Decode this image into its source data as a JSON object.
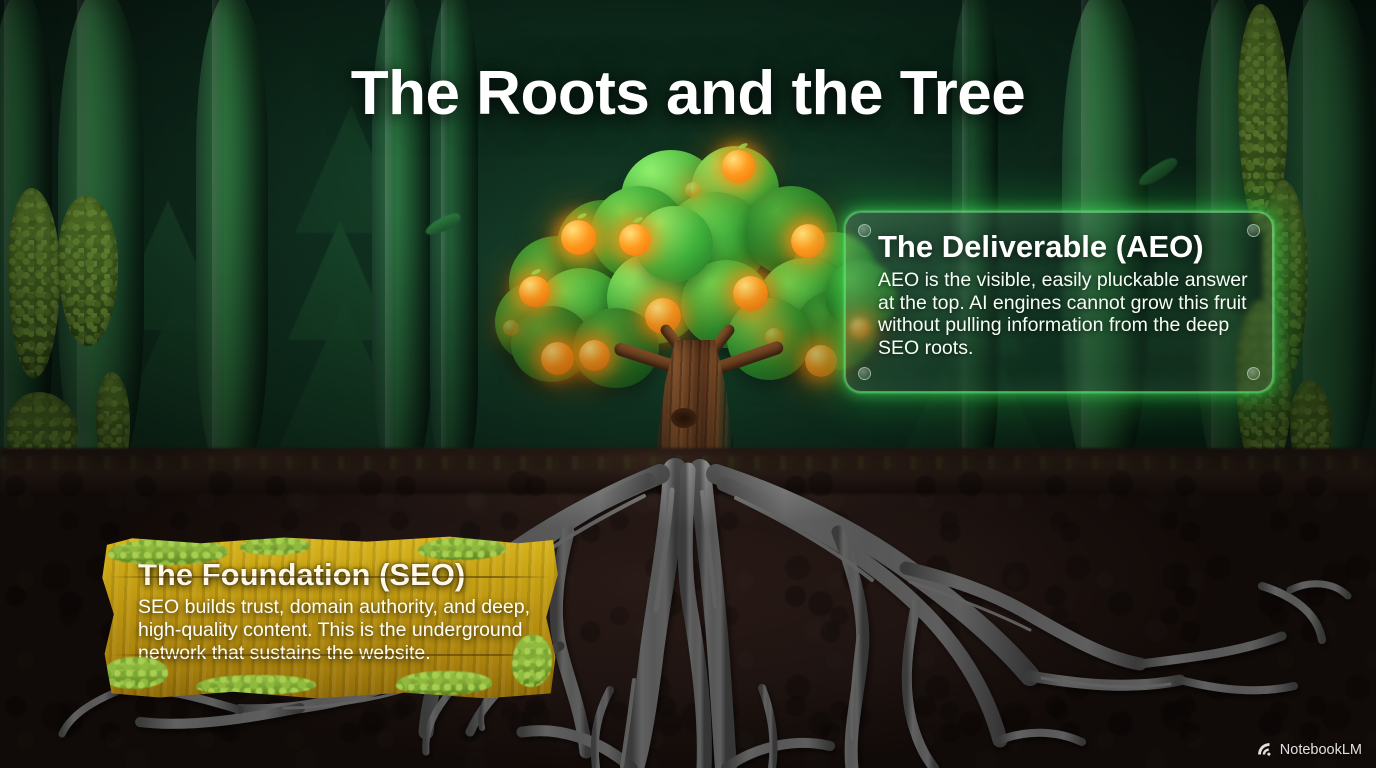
{
  "slide": {
    "title": "The Roots and the Tree",
    "background_color": "#0b2418",
    "soil_color": "#4e332b",
    "accent_green": "#3ce65a",
    "accent_orange": "#ff9a1e",
    "wood_color": "#c9a414"
  },
  "aeo_card": {
    "title": "The Deliverable (AEO)",
    "body": "AEO is the visible, easily pluckable answer at the top. AI engines cannot grow this fruit without pulling information from the deep SEO roots.",
    "glow_color": "#3ce65a"
  },
  "seo_sign": {
    "title": "The Foundation (SEO)",
    "body": "SEO builds trust, domain authority, and deep, high-quality content. This is the underground network that sustains the website."
  },
  "illustration": {
    "tree_label": "fruit-tree",
    "canopy_color": "#2f9c32",
    "fruit_color": "#ff9a1e",
    "trunk_color": "#8a5229",
    "roots_color": "#e8e8e8",
    "fruit_count": 14
  },
  "watermark": {
    "label": "NotebookLM",
    "icon": "notebooklm-spiral-icon"
  }
}
